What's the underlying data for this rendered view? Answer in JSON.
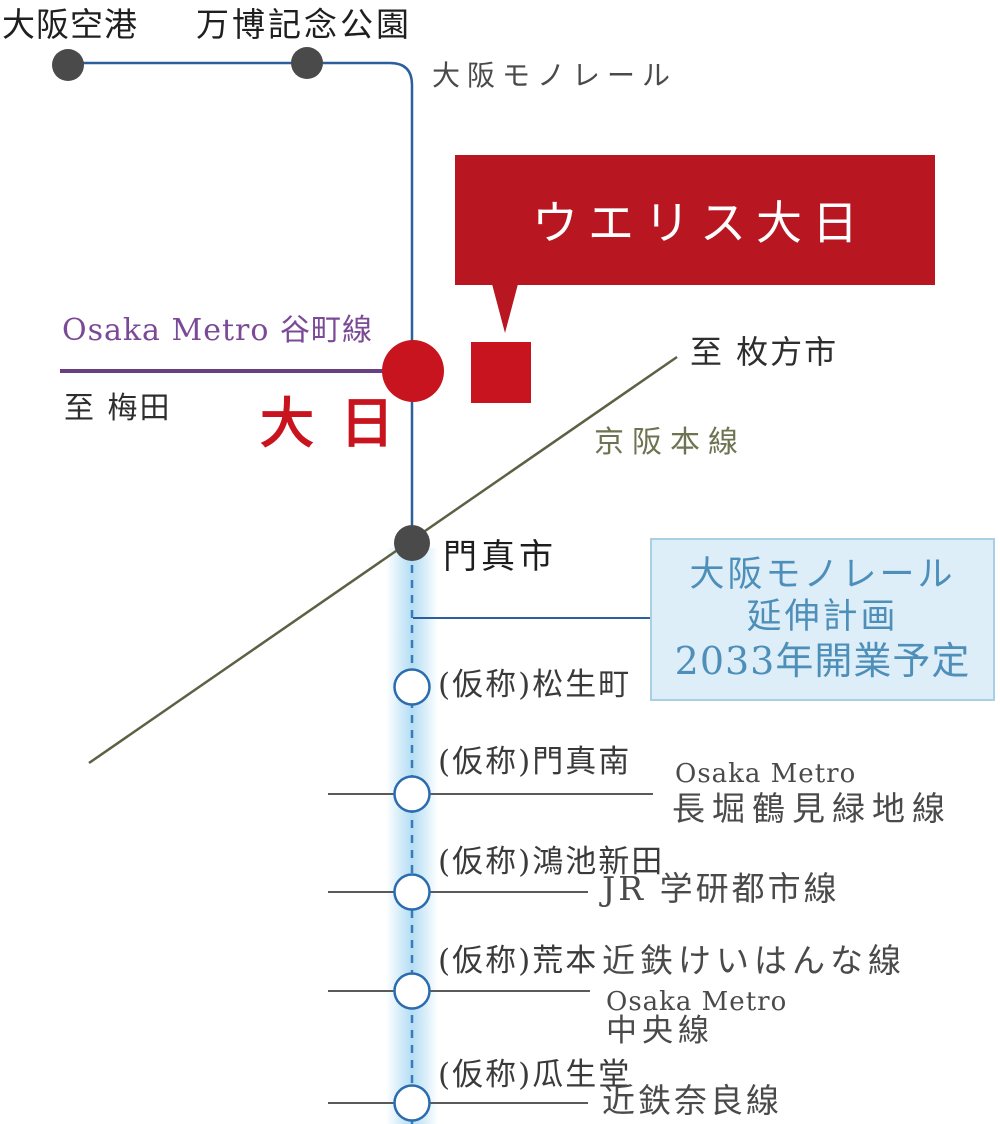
{
  "colors": {
    "line-blue": "#2b5f9e",
    "dash-blue": "#3a7cb8",
    "glow-blue": "#bfe2f6",
    "dot-gray": "#4a4a4a",
    "red-box": "#b81621",
    "red-marker": "#c8141e",
    "purple-text": "#7b4a96",
    "purple-line": "#6a3f80",
    "olive-line": "#5d6143",
    "olive-text": "#6e7352",
    "info-box-bg": "#ddeef8",
    "info-box-border": "#a9cfe2",
    "info-box-text": "#4e8fba",
    "connector-gray": "#5a5a5a",
    "circle-blue": "#2a6cad",
    "text-dark": "#1f1f1f",
    "text-gray": "#4a4a4a"
  },
  "monorail": {
    "label": "大阪モノレール",
    "stations": [
      {
        "name": "大阪空港"
      },
      {
        "name": "万博記念公園"
      }
    ]
  },
  "callout": {
    "label": "ウエリス大日"
  },
  "tanimachi": {
    "line_label": "Osaka Metro 谷町線",
    "direction_label": "至 梅田",
    "station": "大日"
  },
  "keihan": {
    "line_label": "京阪本線",
    "direction_label": "至 枚方市"
  },
  "junction_station": "門真市",
  "extension_plan": {
    "line1": "大阪モノレール",
    "line2": "延伸計画",
    "line3": "2033年開業予定"
  },
  "planned_stations": [
    {
      "name": "(仮称)松生町"
    },
    {
      "name": "(仮称)門真南",
      "transfer_small": "Osaka Metro",
      "transfer": "長堀鶴見緑地線"
    },
    {
      "name": "(仮称)鴻池新田",
      "transfer": "JR 学研都市線"
    },
    {
      "name": "(仮称)荒本",
      "transfer": "近鉄けいはんな線",
      "transfer2_small": "Osaka Metro",
      "transfer2": "中央線"
    },
    {
      "name": "(仮称)瓜生堂",
      "transfer": "近鉄奈良線"
    }
  ]
}
